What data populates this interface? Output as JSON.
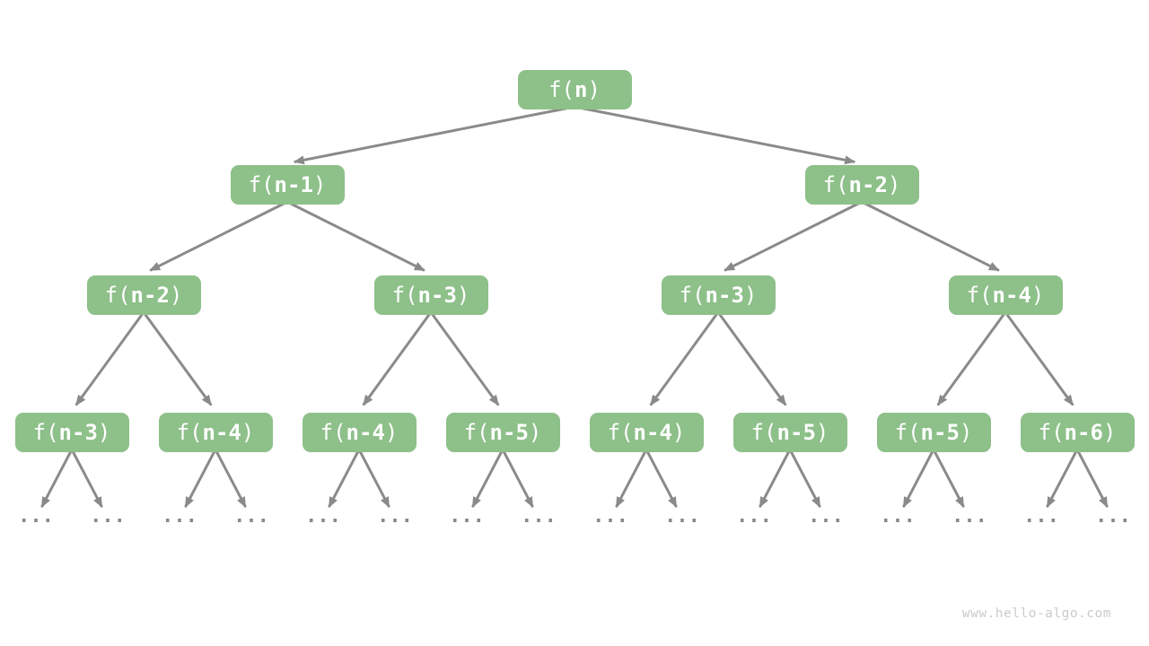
{
  "diagram": {
    "rows": [
      [
        "f(n)"
      ],
      [
        "f(n-1)",
        "f(n-2)"
      ],
      [
        "f(n-2)",
        "f(n-3)",
        "f(n-3)",
        "f(n-4)"
      ],
      [
        "f(n-3)",
        "f(n-4)",
        "f(n-4)",
        "f(n-5)",
        "f(n-4)",
        "f(n-5)",
        "f(n-5)",
        "f(n-6)"
      ]
    ],
    "leaf_ellipsis": {
      "label": "...",
      "count": 16
    },
    "colors": {
      "background": "#FFFFFF",
      "node_fill": "#8EC08A",
      "node_text": "#FFFFFF",
      "edge": "#8A8A8A",
      "watermark": "#CBCBCB"
    },
    "watermark": "www.hello-algo.com"
  }
}
